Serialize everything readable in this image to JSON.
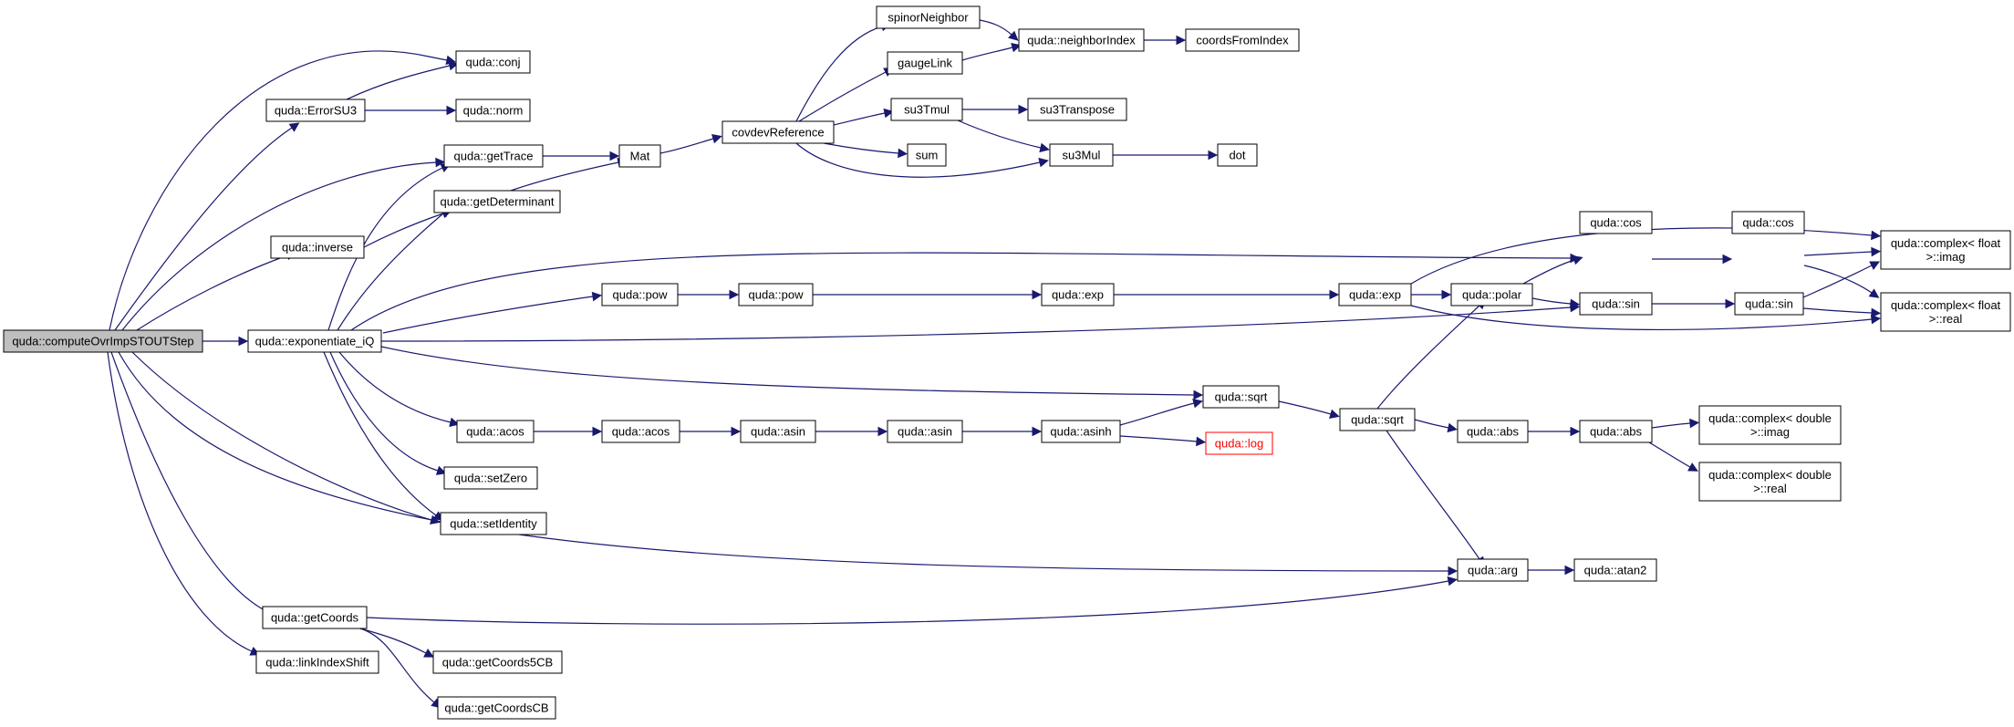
{
  "diagram": {
    "type": "call-graph",
    "edge_color": "#191970",
    "root_fill": "#bfbfbf",
    "unresolved_color": "#ff0000",
    "nodes": [
      {
        "id": "root",
        "lines": [
          "quda::computeOvrImpSTOUTStep"
        ],
        "style": "root"
      },
      {
        "id": "conj",
        "lines": [
          "quda::conj"
        ]
      },
      {
        "id": "errorsu3",
        "lines": [
          "quda::ErrorSU3"
        ]
      },
      {
        "id": "norm",
        "lines": [
          "quda::norm"
        ]
      },
      {
        "id": "gettrace",
        "lines": [
          "quda::getTrace"
        ]
      },
      {
        "id": "getdet",
        "lines": [
          "quda::getDeterminant"
        ]
      },
      {
        "id": "inverse",
        "lines": [
          "quda::inverse"
        ]
      },
      {
        "id": "expiq",
        "lines": [
          "quda::exponentiate_iQ"
        ]
      },
      {
        "id": "mat",
        "lines": [
          "Mat"
        ]
      },
      {
        "id": "covdev",
        "lines": [
          "covdevReference"
        ]
      },
      {
        "id": "spinorneighbor",
        "lines": [
          "spinorNeighbor"
        ]
      },
      {
        "id": "gaugelink",
        "lines": [
          "gaugeLink"
        ]
      },
      {
        "id": "neighborindex",
        "lines": [
          "quda::neighborIndex"
        ]
      },
      {
        "id": "coordsfromindex",
        "lines": [
          "coordsFromIndex"
        ]
      },
      {
        "id": "su3tmul",
        "lines": [
          "su3Tmul"
        ]
      },
      {
        "id": "su3transpose",
        "lines": [
          "su3Transpose"
        ]
      },
      {
        "id": "sum",
        "lines": [
          "sum"
        ]
      },
      {
        "id": "su3mul",
        "lines": [
          "su3Mul"
        ]
      },
      {
        "id": "dot",
        "lines": [
          "dot"
        ]
      },
      {
        "id": "pow1",
        "lines": [
          "quda::pow"
        ]
      },
      {
        "id": "pow2",
        "lines": [
          "quda::pow"
        ]
      },
      {
        "id": "exp1",
        "lines": [
          "quda::exp"
        ]
      },
      {
        "id": "exp2",
        "lines": [
          "quda::exp"
        ]
      },
      {
        "id": "polar",
        "lines": [
          "quda::polar"
        ]
      },
      {
        "id": "cos1",
        "lines": [
          "quda::cos"
        ]
      },
      {
        "id": "cos2",
        "lines": [
          "quda::cos"
        ]
      },
      {
        "id": "sin1",
        "lines": [
          "quda::sin"
        ]
      },
      {
        "id": "sin2",
        "lines": [
          "quda::sin"
        ]
      },
      {
        "id": "cfimag",
        "lines": [
          "quda::complex< float",
          ">::imag"
        ]
      },
      {
        "id": "cfreal",
        "lines": [
          "quda::complex< float",
          ">::real"
        ]
      },
      {
        "id": "sqrt1",
        "lines": [
          "quda::sqrt"
        ]
      },
      {
        "id": "sqrt2",
        "lines": [
          "quda::sqrt"
        ]
      },
      {
        "id": "acos1",
        "lines": [
          "quda::acos"
        ]
      },
      {
        "id": "acos2",
        "lines": [
          "quda::acos"
        ]
      },
      {
        "id": "asin1",
        "lines": [
          "quda::asin"
        ]
      },
      {
        "id": "asin2",
        "lines": [
          "quda::asin"
        ]
      },
      {
        "id": "asinh",
        "lines": [
          "quda::asinh"
        ]
      },
      {
        "id": "log",
        "lines": [
          "quda::log"
        ],
        "style": "red"
      },
      {
        "id": "abs1",
        "lines": [
          "quda::abs"
        ]
      },
      {
        "id": "abs2",
        "lines": [
          "quda::abs"
        ]
      },
      {
        "id": "cdimag",
        "lines": [
          "quda::complex< double",
          ">::imag"
        ]
      },
      {
        "id": "cdreal",
        "lines": [
          "quda::complex< double",
          ">::real"
        ]
      },
      {
        "id": "setzero",
        "lines": [
          "quda::setZero"
        ]
      },
      {
        "id": "setidentity",
        "lines": [
          "quda::setIdentity"
        ]
      },
      {
        "id": "arg",
        "lines": [
          "quda::arg"
        ]
      },
      {
        "id": "atan2",
        "lines": [
          "quda::atan2"
        ]
      },
      {
        "id": "getcoords",
        "lines": [
          "quda::getCoords"
        ]
      },
      {
        "id": "getcoords5cb",
        "lines": [
          "quda::getCoords5CB"
        ]
      },
      {
        "id": "getcoordscb",
        "lines": [
          "quda::getCoordsCB"
        ]
      },
      {
        "id": "linkindexshift",
        "lines": [
          "quda::linkIndexShift"
        ]
      }
    ],
    "edges": [
      {
        "from": "root",
        "to": "conj"
      },
      {
        "from": "root",
        "to": "errorsu3"
      },
      {
        "from": "root",
        "to": "gettrace"
      },
      {
        "from": "root",
        "to": "inverse"
      },
      {
        "from": "root",
        "to": "expiq"
      },
      {
        "from": "root",
        "to": "setidentity"
      },
      {
        "from": "root",
        "to": "arg"
      },
      {
        "from": "root",
        "to": "getcoords"
      },
      {
        "from": "root",
        "to": "linkindexshift"
      },
      {
        "from": "errorsu3",
        "to": "conj"
      },
      {
        "from": "errorsu3",
        "to": "norm"
      },
      {
        "from": "gettrace",
        "to": "mat"
      },
      {
        "from": "getdet",
        "to": "mat"
      },
      {
        "from": "inverse",
        "to": "getdet"
      },
      {
        "from": "mat",
        "to": "covdev"
      },
      {
        "from": "covdev",
        "to": "spinorneighbor"
      },
      {
        "from": "covdev",
        "to": "gaugelink"
      },
      {
        "from": "covdev",
        "to": "su3tmul"
      },
      {
        "from": "covdev",
        "to": "sum"
      },
      {
        "from": "covdev",
        "to": "su3mul"
      },
      {
        "from": "spinorneighbor",
        "to": "neighborindex"
      },
      {
        "from": "gaugelink",
        "to": "neighborindex"
      },
      {
        "from": "neighborindex",
        "to": "coordsfromindex"
      },
      {
        "from": "su3tmul",
        "to": "su3transpose"
      },
      {
        "from": "su3tmul",
        "to": "su3mul"
      },
      {
        "from": "su3mul",
        "to": "dot"
      },
      {
        "from": "expiq",
        "to": "gettrace"
      },
      {
        "from": "expiq",
        "to": "getdet"
      },
      {
        "from": "expiq",
        "to": "cos1"
      },
      {
        "from": "expiq",
        "to": "pow1"
      },
      {
        "from": "expiq",
        "to": "sin1"
      },
      {
        "from": "expiq",
        "to": "sqrt1"
      },
      {
        "from": "expiq",
        "to": "acos1"
      },
      {
        "from": "expiq",
        "to": "setzero"
      },
      {
        "from": "expiq",
        "to": "setidentity"
      },
      {
        "from": "pow1",
        "to": "pow2"
      },
      {
        "from": "pow2",
        "to": "exp1"
      },
      {
        "from": "exp1",
        "to": "exp2"
      },
      {
        "from": "exp2",
        "to": "cfimag"
      },
      {
        "from": "exp2",
        "to": "polar"
      },
      {
        "from": "exp2",
        "to": "cfreal"
      },
      {
        "from": "polar",
        "to": "cos1"
      },
      {
        "from": "polar",
        "to": "sin1"
      },
      {
        "from": "cos1",
        "to": "cos2"
      },
      {
        "from": "cos2",
        "to": "cfimag"
      },
      {
        "from": "cos2",
        "to": "cfreal"
      },
      {
        "from": "sin1",
        "to": "sin2"
      },
      {
        "from": "sin2",
        "to": "cfimag"
      },
      {
        "from": "sin2",
        "to": "cfreal"
      },
      {
        "from": "acos1",
        "to": "acos2"
      },
      {
        "from": "acos2",
        "to": "asin1"
      },
      {
        "from": "asin1",
        "to": "asin2"
      },
      {
        "from": "asin2",
        "to": "asinh"
      },
      {
        "from": "asinh",
        "to": "sqrt1"
      },
      {
        "from": "asinh",
        "to": "log"
      },
      {
        "from": "sqrt1",
        "to": "sqrt2"
      },
      {
        "from": "sqrt2",
        "to": "polar"
      },
      {
        "from": "sqrt2",
        "to": "abs1"
      },
      {
        "from": "sqrt2",
        "to": "arg"
      },
      {
        "from": "abs1",
        "to": "abs2"
      },
      {
        "from": "abs2",
        "to": "cdimag"
      },
      {
        "from": "abs2",
        "to": "cdreal"
      },
      {
        "from": "arg",
        "to": "atan2"
      },
      {
        "from": "getcoords",
        "to": "arg"
      },
      {
        "from": "getcoords",
        "to": "getcoords5cb"
      },
      {
        "from": "getcoords",
        "to": "getcoordscb"
      }
    ]
  }
}
